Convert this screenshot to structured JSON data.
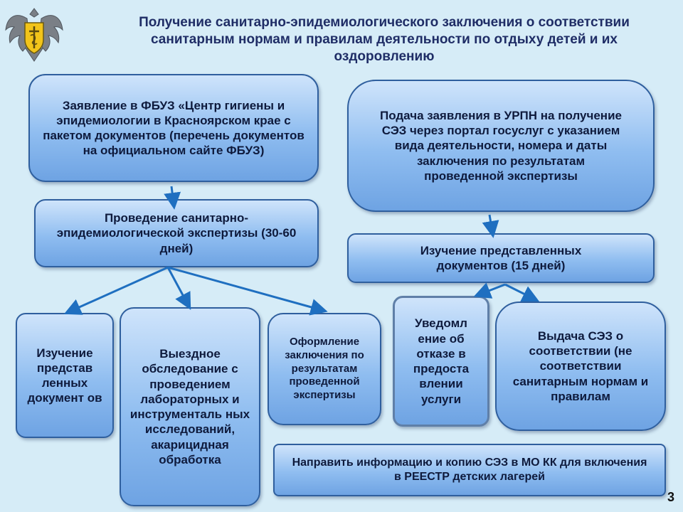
{
  "title": "Получение санитарно-эпидемиологического заключения о соответствии санитарным нормам и правилам деятельности по отдыху детей и их оздоровлению",
  "emblem": {
    "icon": "eagle-emblem-icon"
  },
  "left_branch": {
    "application": "Заявление в ФБУЗ «Центр гигиены и эпидемиологии в Красноярском крае с пакетом документов (перечень документов на официальном сайте ФБУЗ)",
    "expertise": "Проведение санитарно-эпидемиологической экспертизы (30-60 дней)",
    "study_docs": "Изучение представ ленных документ ов",
    "field_survey": "Выездное обследование с проведением лабораторных и инструменталь ных исследований, акарицидная обработка",
    "conclusion": "Оформление заключения по результатам проведенной экспертизы"
  },
  "right_branch": {
    "portal_application": "Подача заявления в УРПН на получение СЭЗ через портал госуслуг с указанием вида деятельности, номера и даты заключения по результатам проведенной экспертизы",
    "study_submitted": "Изучение представленных документов (15 дней)",
    "refusal": "Уведомл ение об отказе в предоста влении услуги",
    "issue_sez": "Выдача СЭЗ о соответствии (не соответствии санитарным нормам и правилам"
  },
  "registry": "Направить информацию и копию СЭЗ в МО КК для включения в РЕЕСТР детских лагерей",
  "page_number": "3",
  "colors": {
    "background": "#d6ecf7",
    "box_fill": "#8fbdf0",
    "box_border": "#2f5f9e",
    "arrow": "#1f6fc0",
    "title": "#1f2d66"
  }
}
